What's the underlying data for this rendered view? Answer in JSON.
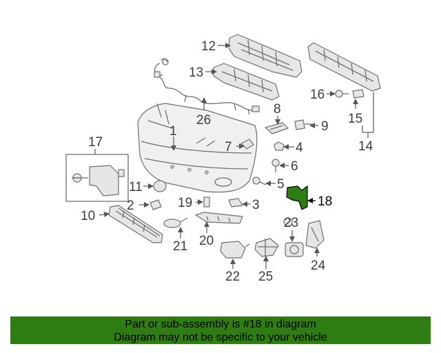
{
  "diagram": {
    "callouts": [
      "1",
      "2",
      "3",
      "4",
      "5",
      "6",
      "7",
      "8",
      "9",
      "10",
      "11",
      "12",
      "13",
      "14",
      "15",
      "16",
      "17",
      "18",
      "19",
      "20",
      "21",
      "22",
      "23",
      "24",
      "25",
      "26"
    ],
    "highlighted_part": "18",
    "highlight_color": "#2e7d12"
  },
  "banner": {
    "line1": "Part or sub-assembly is #18 in diagram",
    "line2": "Diagram may not be specific to your vehicle",
    "background": "#2e7d12"
  }
}
